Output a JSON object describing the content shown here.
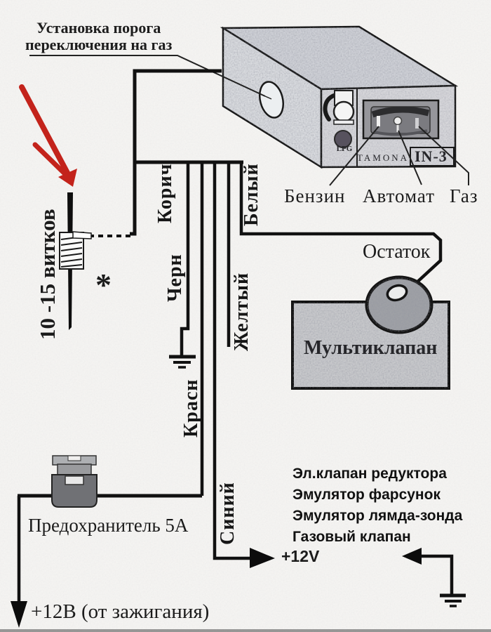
{
  "callout": {
    "line1": "Установка порога",
    "line2": "переключения на газ"
  },
  "coil": {
    "turns_label": "10 -15 витков",
    "footnote_mark": "*"
  },
  "device": {
    "brand": "TAMONA",
    "model": "IN-3",
    "button_label": "LPG",
    "positions": [
      "Бензин",
      "Автомат",
      "Газ"
    ]
  },
  "wires": {
    "brown": "Корич",
    "black": "Черн",
    "white": "Белый",
    "yellow": "Желтый",
    "red": "Красн",
    "blue": "Синий"
  },
  "sensor": {
    "label": "Остаток"
  },
  "multivalve": {
    "label": "Мультиклапан"
  },
  "fuse": {
    "label": "Предохранитель 5А"
  },
  "power": {
    "v12": "+12V",
    "v12_ignition": "+12В (от зажигания)"
  },
  "loads": [
    "Эл.клапан редуктора",
    "Эмулятор фарсунок",
    "Эмулятор лямда-зонда",
    "Газовый клапан"
  ],
  "colors": {
    "line": "#141414",
    "arrow_red": "#c3231b",
    "paper": "#f4f3f1",
    "box_face": "#d8dade"
  }
}
